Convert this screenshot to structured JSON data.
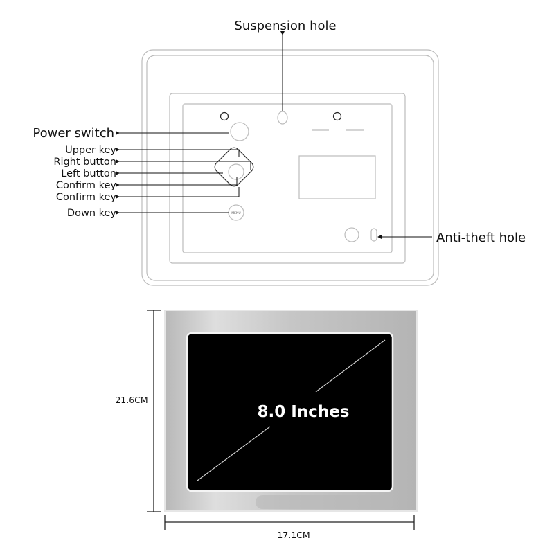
{
  "back_view": {
    "suspension_hole": "Suspension hole",
    "power_switch": "Power switch",
    "upper_key": "Upper key",
    "right_button": "Right button",
    "left_button": "Left button",
    "confirm_key_1": "Confirm key",
    "confirm_key_2": "Confirm key",
    "down_key": "Down key",
    "anti_theft_hole": "Anti-theft hole",
    "menu_button": "MENU"
  },
  "front_view": {
    "screen_size": "8.0 Inches",
    "height_dimension": "21.6CM",
    "width_dimension": "17.1CM"
  },
  "colors": {
    "outline": "#bbbbbb",
    "screen": "#000000",
    "bezel": "#c4c4c4"
  }
}
